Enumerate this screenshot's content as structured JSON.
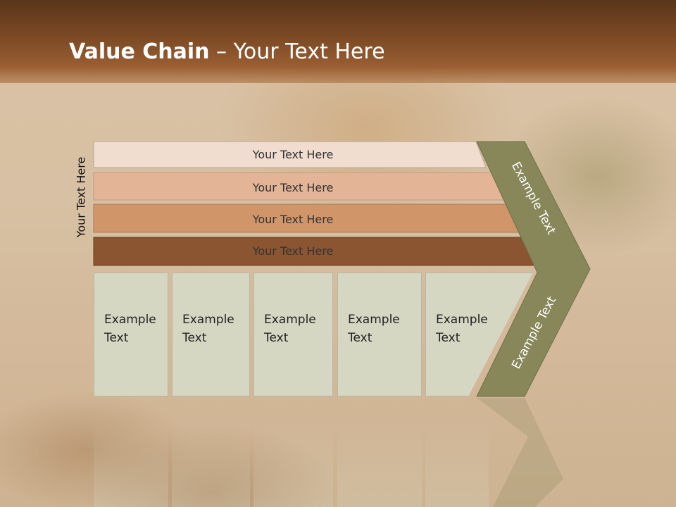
{
  "title": {
    "bold": "Value Chain",
    "rest": " – Your Text Here"
  },
  "side_label": "Your Text Here",
  "rows": [
    {
      "label": "Your Text Here",
      "color": "#f0ddd0"
    },
    {
      "label": "Your Text Here",
      "color": "#e3b496"
    },
    {
      "label": "Your Text Here",
      "color": "#d0966a"
    },
    {
      "label": "Your Text Here",
      "color": "#8a5530"
    }
  ],
  "boxes": [
    {
      "line1": "Example",
      "line2": "Text"
    },
    {
      "line1": "Example",
      "line2": "Text"
    },
    {
      "line1": "Example",
      "line2": "Text"
    },
    {
      "line1": "Example",
      "line2": "Text"
    },
    {
      "line1": "Example",
      "line2": "Text"
    }
  ],
  "chevron": {
    "top_label": "Example Text",
    "bottom_label": "Example Text",
    "color": "#87875a"
  }
}
